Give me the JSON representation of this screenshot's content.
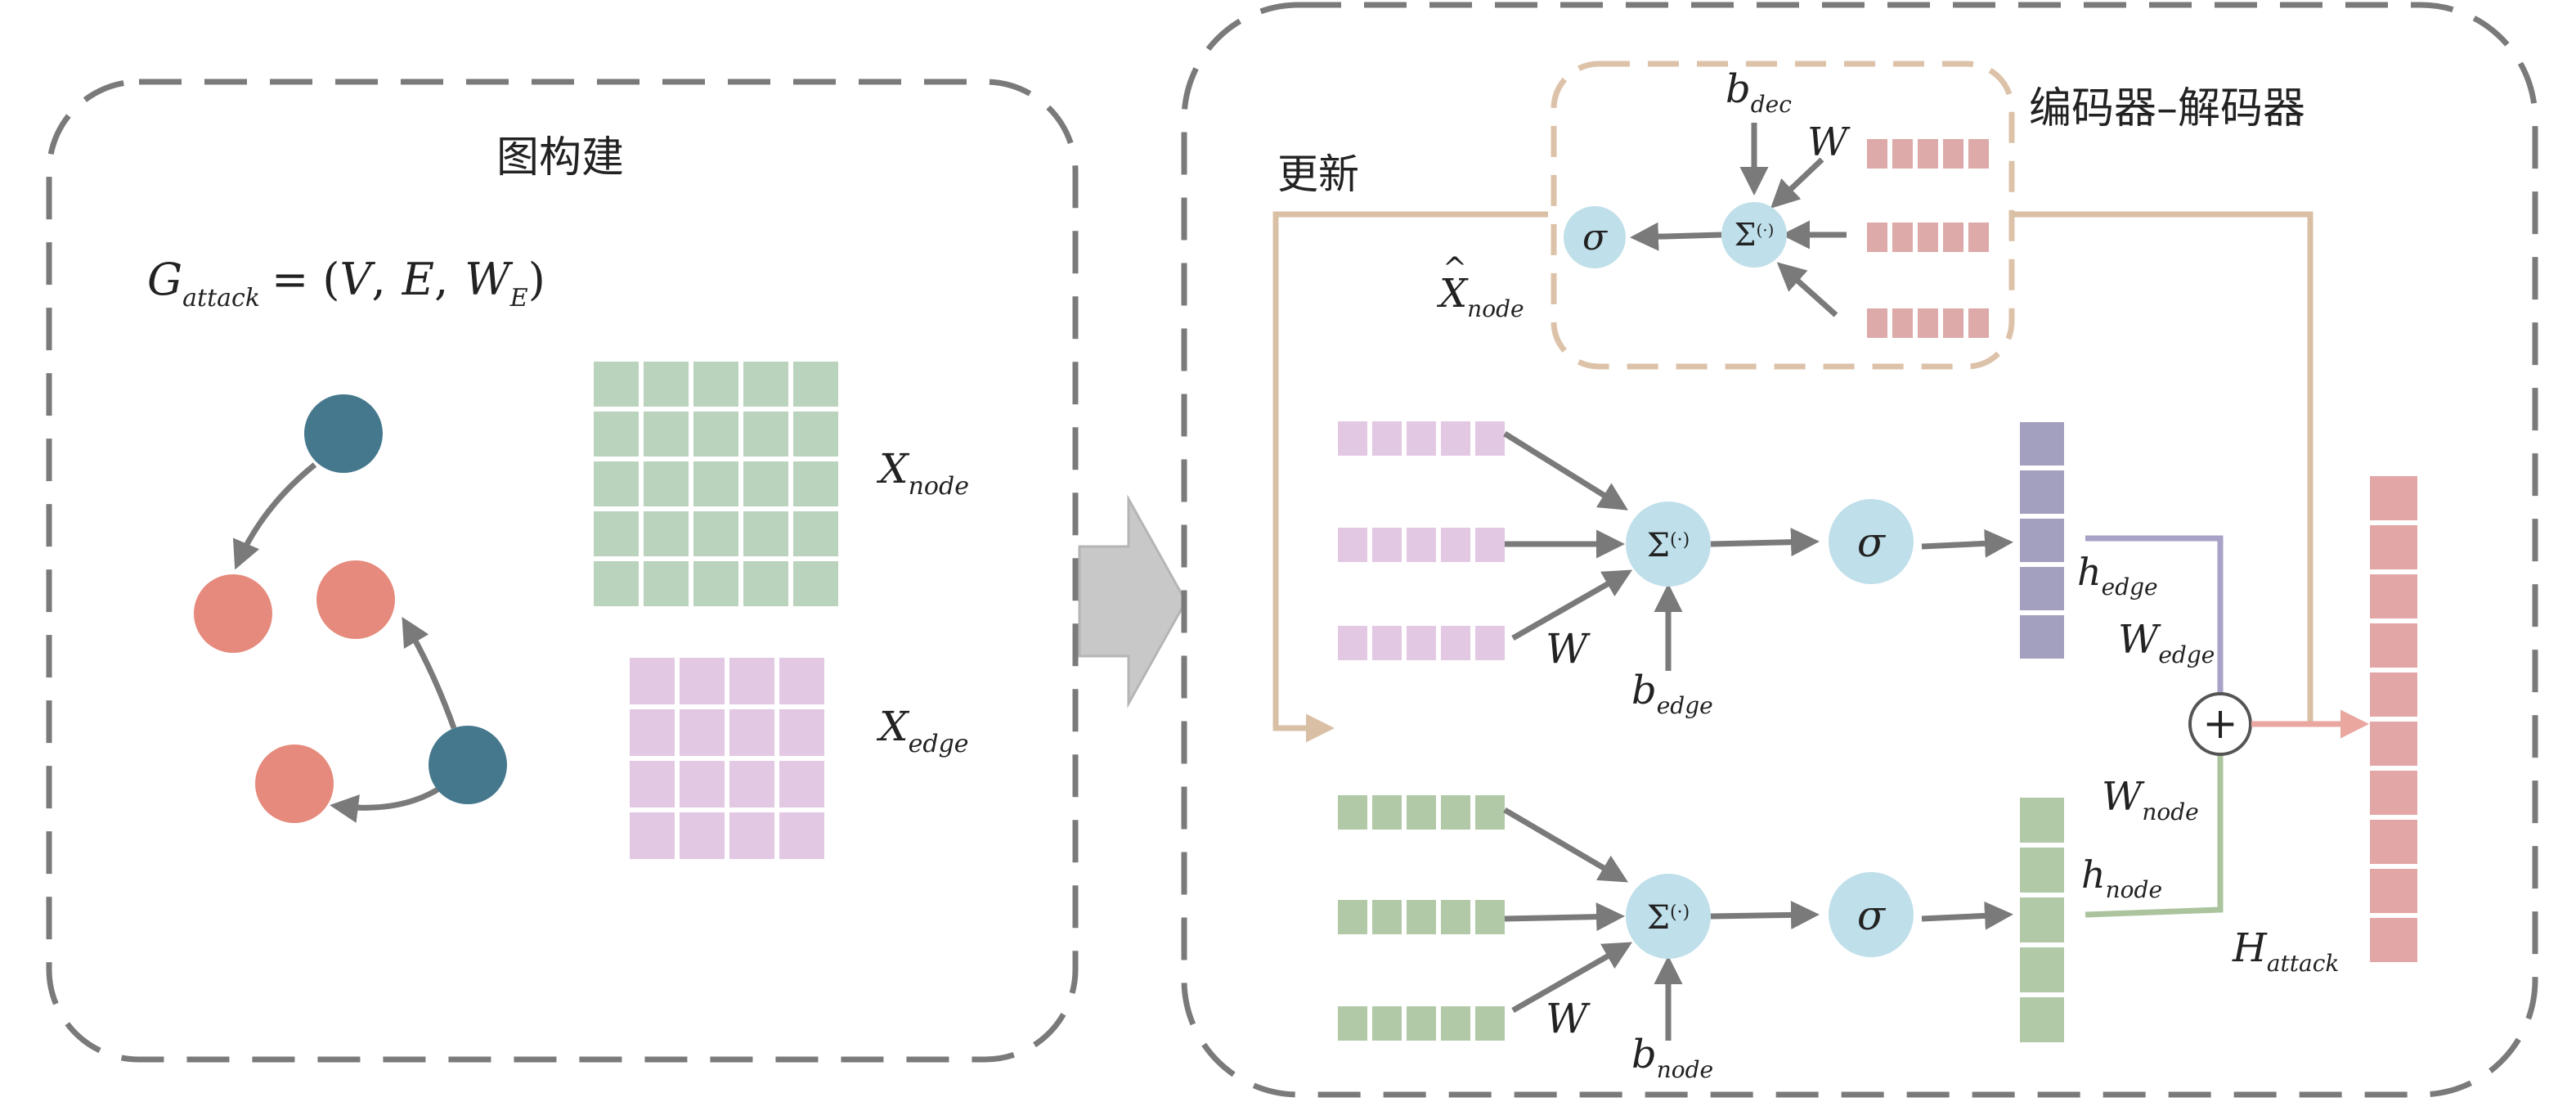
{
  "left_panel": {
    "title": "图构建",
    "graph_formula": {
      "g": "G",
      "g_sub": "attack",
      "eq": "= (",
      "v": "V",
      "comma1": ",",
      "e": "E",
      "comma2": ",",
      "w": "W",
      "w_sub": "E",
      "close": ")"
    },
    "x_node": {
      "main": "X",
      "sub": "node"
    },
    "x_edge": {
      "main": "X",
      "sub": "edge"
    },
    "node_colors": {
      "teal": "#45788D",
      "salmon": "#E58A7C"
    },
    "matrix_colors": {
      "node": "#B9D3BD",
      "edge": "#E3C8E3"
    }
  },
  "right_panel": {
    "encoder_decoder_label": "编码器–解码器",
    "update_label": "更新",
    "decoder": {
      "b_dec": {
        "main": "b",
        "sub": "dec"
      },
      "w": "W",
      "sum": "Σ",
      "sum_arg": "(·)",
      "sigma": "σ",
      "x_hat": {
        "main": "X",
        "hat": "^",
        "sub": "node"
      }
    },
    "edge_branch": {
      "w": "W",
      "b_edge": {
        "main": "b",
        "sub": "edge"
      },
      "sum": "Σ",
      "sum_arg": "(·)",
      "sigma": "σ",
      "h_edge": {
        "main": "h",
        "sub": "edge"
      },
      "w_edge": {
        "main": "W",
        "sub": "edge"
      }
    },
    "node_branch": {
      "w": "W",
      "b_node": {
        "main": "b",
        "sub": "node"
      },
      "sum": "Σ",
      "sum_arg": "(·)",
      "sigma": "σ",
      "h_node": {
        "main": "h",
        "sub": "node"
      },
      "w_node": {
        "main": "W",
        "sub": "node"
      }
    },
    "plus": "+",
    "h_attack": {
      "main": "H",
      "sub": "attack"
    },
    "colors": {
      "circle": "#BFDFEA",
      "decoder_cells": "#DDA9A9",
      "edge_input_cells": "#E3C8E3",
      "edge_output_cells": "#A2A0BE",
      "node_cells": "#B2C9A8",
      "h_attack_cells": "#E3A6A6",
      "update_line": "#D9C0A5",
      "edge_line": "#A8A2C6",
      "node_line": "#ABC49E",
      "output_arrow": "#E9A7A0",
      "arrow": "#7A7A7A",
      "dash": "#7A7A7A",
      "decoder_dash": "#DCC2A8"
    }
  }
}
